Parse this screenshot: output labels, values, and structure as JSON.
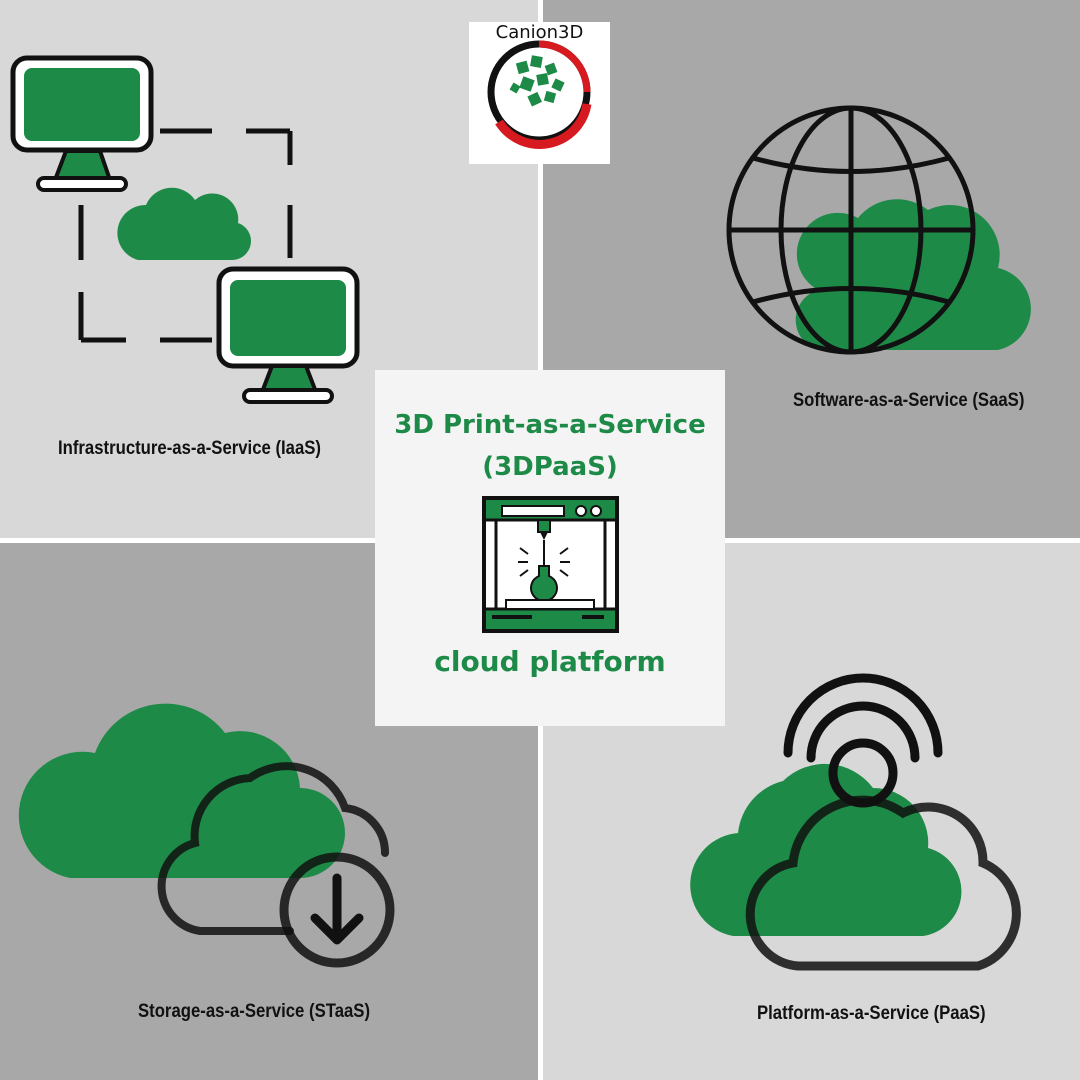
{
  "brand": {
    "logo_text": "Canion3D",
    "colors": {
      "green": "#1e8a48",
      "red": "#d71920",
      "black": "#111111",
      "light_gray": "#d8d8d8",
      "dark_gray": "#a8a8a8"
    }
  },
  "center": {
    "title_line1": "3D Print-as-a-Service",
    "title_line2": "(3DPaaS)",
    "caption": "cloud platform",
    "icon": "3d-printer-icon"
  },
  "quadrants": [
    {
      "id": "iaas",
      "label": "Infrastructure-as-a-Service (IaaS)",
      "icon": "networked-computers-cloud-icon"
    },
    {
      "id": "saas",
      "label": "Software-as-a-Service (SaaS)",
      "icon": "globe-cloud-icon"
    },
    {
      "id": "staas",
      "label": "Storage-as-a-Service (STaaS)",
      "icon": "cloud-download-icon"
    },
    {
      "id": "paas",
      "label": "Platform-as-a-Service (PaaS)",
      "icon": "cloud-broadcast-icon"
    }
  ]
}
